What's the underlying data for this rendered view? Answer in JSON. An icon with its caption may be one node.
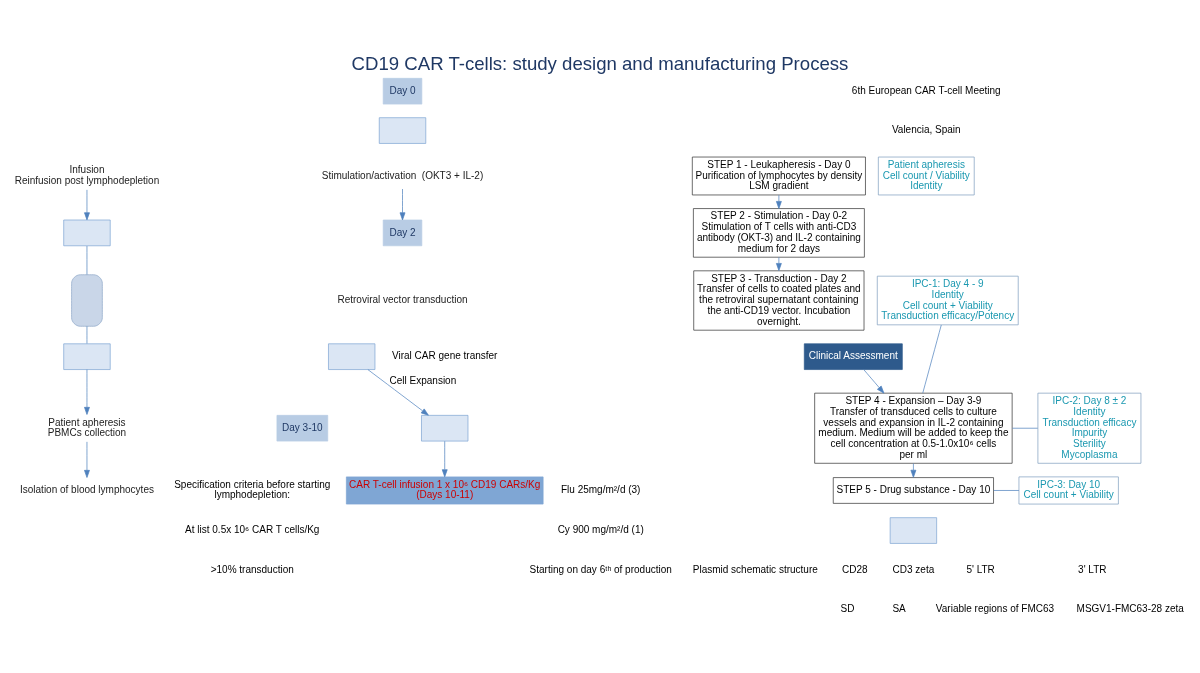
{
  "diagram": {
    "title": "CD19 CAR T-cells: study design and manufacturing Process",
    "nodes": [
      {
        "text": [
          "Infusion",
          "Reinfusion post lymphodepletion"
        ]
      },
      {
        "text": [],
        "shape": "box"
      },
      {
        "text": [],
        "shape": "person"
      },
      {
        "text": [],
        "shape": "box"
      },
      {
        "text": [
          "Patient apheresis",
          "PBMCs collection"
        ]
      },
      {
        "text": [
          "Day 0"
        ]
      },
      {
        "text": [
          "Isolation of blood lymphocytes"
        ]
      },
      {
        "text": [],
        "shape": "box"
      },
      {
        "text": [
          "Stimulation/activation  (OKT3 + IL-2)"
        ]
      },
      {
        "text": [
          "Day 2"
        ]
      },
      {
        "text": [
          "Retroviral vector transduction"
        ]
      },
      {
        "text": [],
        "shape": "box"
      },
      {
        "text": [
          "Day 3-10"
        ]
      },
      {
        "text": [],
        "shape": "box"
      },
      {
        "text": [
          "CAR T-cell infusion 1 x 10⁶ CD19 CARs/Kg (Days 10-11)"
        ]
      },
      {
        "text": [
          "STEP 1 - Leukapheresis - Day 0",
          "Purification of lymphocytes by density LSM gradient"
        ]
      },
      {
        "text": [
          "STEP 2 - Stimulation - Day 0-2",
          "Stimulation of T cells with anti-CD3 antibody (OKT-3) and IL-2 containing medium for 2 days"
        ]
      },
      {
        "text": [
          "STEP 3 - Transduction - Day 2",
          "Transfer of cells to coated plates and the retroviral supernatant containing the anti-CD19 vector. Incubation overnight."
        ]
      },
      {
        "text": [
          "Clinical Assessment"
        ]
      },
      {
        "text": [
          "STEP 4 - Expansion – Day 3-9",
          "Transfer of transduced cells to culture vessels and expansion in IL-2 containing medium. Medium will be added to keep the cell concentration at 0.5-1.0x10⁶ cells per ml"
        ]
      },
      {
        "text": [
          "STEP 5 - Drug substance - Day 10"
        ]
      },
      {
        "text": [
          "Patient apheresis",
          "Cell count / Viability",
          "Identity"
        ]
      },
      {
        "text": [
          "IPC-1: Day 4 - 9",
          "Identity",
          "Cell count + Viability",
          "Transduction efficacy/Potency"
        ]
      },
      {
        "text": [
          "IPC-2: Day 8 ± 2",
          "Identity",
          "Transduction efficacy",
          "Impurity",
          "Sterility",
          "Mycoplasma"
        ]
      },
      {
        "text": [
          "IPC-3: Day 10",
          "Cell count + Viability"
        ]
      },
      {
        "text": [],
        "shape": "box"
      }
    ],
    "edges": [
      {
        "from": 0,
        "to": 1,
        "arrow": "to"
      },
      {
        "from": 1,
        "to": 2,
        "arrow": "none"
      },
      {
        "from": 2,
        "to": 3,
        "arrow": "none"
      },
      {
        "from": 3,
        "to": 4,
        "arrow": "to"
      },
      {
        "from": 4,
        "to": 6,
        "arrow": "to"
      },
      {
        "from": 8,
        "to": 9,
        "arrow": "to"
      },
      {
        "from": 11,
        "to": 13,
        "arrow": "to",
        "label": "Cell Expansion"
      },
      {
        "from": 13,
        "to": 14,
        "arrow": "to"
      },
      {
        "from": 15,
        "to": 16,
        "arrow": "to"
      },
      {
        "from": 16,
        "to": 17,
        "arrow": "to"
      },
      {
        "from": 18,
        "to": 19,
        "arrow": "to"
      },
      {
        "from": 19,
        "to": 20,
        "arrow": "to"
      },
      {
        "from": 19,
        "to": 22,
        "arrow": "none"
      },
      {
        "from": 19,
        "to": 23,
        "arrow": "none"
      },
      {
        "from": 20,
        "to": 24,
        "arrow": "none"
      }
    ],
    "labels": [
      "6th European CAR T-cell Meeting",
      "Valencia, Spain",
      "Flu 25mg/m²/d (3)",
      "Cy 900 mg/m²/d (1)",
      "Starting on day 6ᵗʰ of production",
      "Specification criteria before starting lymphodepletion:",
      "At list 0.5x 10⁶ CAR T cells/Kg",
      ">10% transduction",
      "Viral CAR gene transfer",
      "Plasmid schematic structure",
      "CD28",
      "CD3 zeta",
      "5' LTR",
      "3' LTR",
      "SD",
      "SA",
      "Variable regions of FMC63",
      "MSGV1-FMC63-28 zeta"
    ]
  }
}
